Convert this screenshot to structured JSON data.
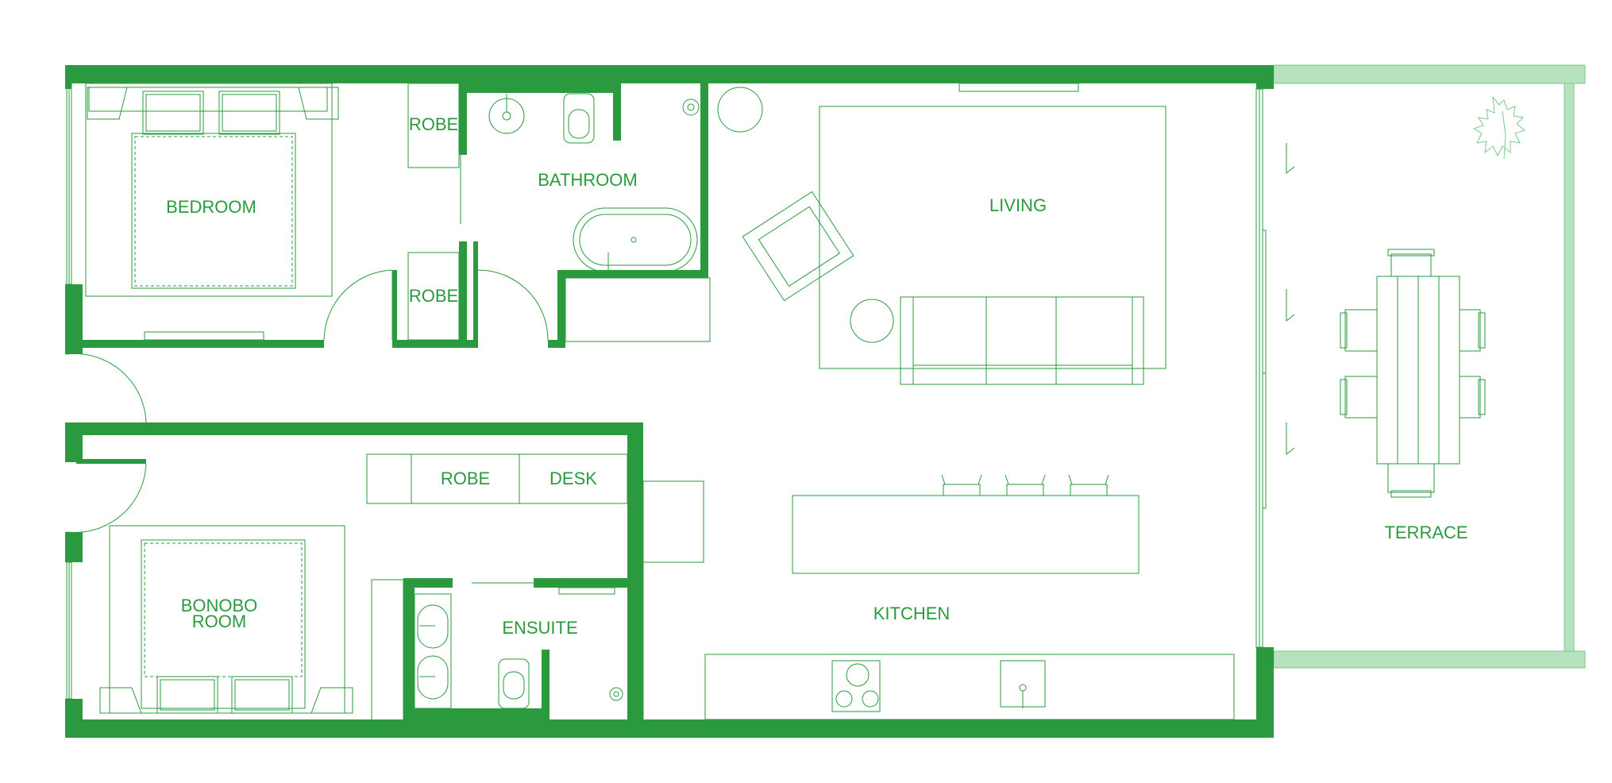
{
  "plan": {
    "rooms": {
      "bedroom": "BEDROOM",
      "robe_upper": "ROBE",
      "robe_lower": "ROBE",
      "bathroom": "BATHROOM",
      "living": "LIVING",
      "terrace": "TERRACE",
      "robe_bonobo": "ROBE",
      "desk": "DESK",
      "bonobo_line1": "BONOBO",
      "bonobo_line2": "ROOM",
      "ensuite": "ENSUITE",
      "kitchen": "KITCHEN"
    },
    "colors": {
      "wall": "#2b9a3e",
      "terrace": "#b6e2bd",
      "line": "#2b9a3e",
      "background": "#ffffff"
    }
  }
}
